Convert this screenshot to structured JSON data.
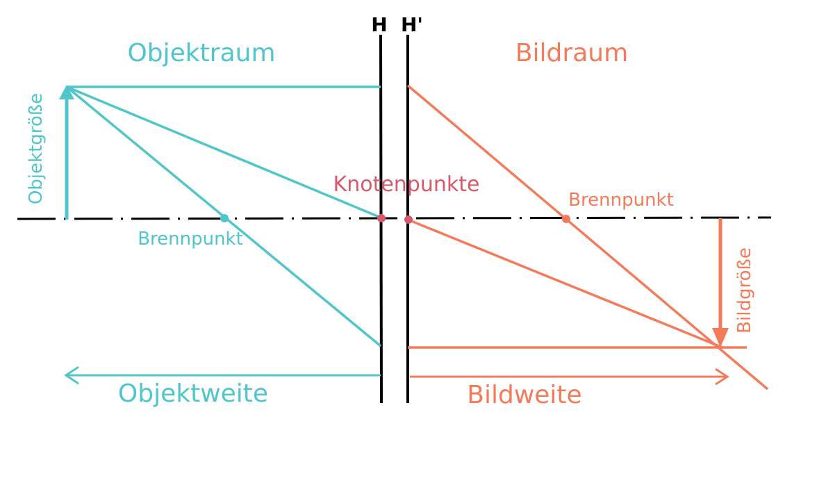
{
  "labels": {
    "object_space": "Objektraum",
    "image_space": "Bildraum",
    "principal_plane_object": "H",
    "principal_plane_image": "H'",
    "nodal_points": "Knotenpunkte",
    "focal_point_object": "Brennpunkt",
    "focal_point_image": "Brennpunkt",
    "object_size": "Objektgröße",
    "image_size": "Bildgröße",
    "object_distance": "Objektweite",
    "image_distance": "Bildweite"
  },
  "colors": {
    "object_side": "#4fc6c9",
    "image_side": "#f47b5a",
    "nodal": "#d65a6b",
    "axis": "#000000"
  }
}
